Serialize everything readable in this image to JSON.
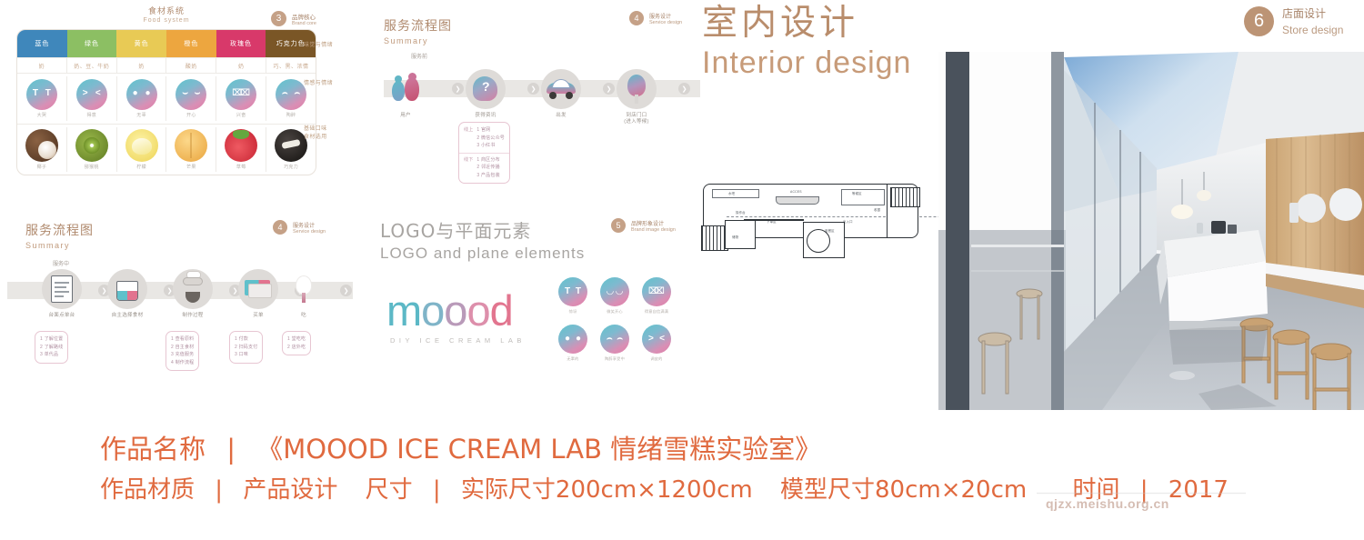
{
  "food_system": {
    "title_cn": "食材系统",
    "title_en": "Food system",
    "badge": {
      "number": "3",
      "cn": "品牌核心",
      "en": "Brand core"
    },
    "columns": [
      {
        "color_name": "蓝色",
        "color_hex": "#3f87bb",
        "ingredient": "奶",
        "face_caption": "大哭",
        "fruit_caption": "椰子",
        "fruit": "coconut"
      },
      {
        "color_name": "绿色",
        "color_hex": "#8cbf63",
        "ingredient": "奶、豆、牛奶",
        "face_caption": "得意",
        "fruit_caption": "猕猴桃",
        "fruit": "kiwi"
      },
      {
        "color_name": "黄色",
        "color_hex": "#e8ca55",
        "ingredient": "奶",
        "face_caption": "无辜",
        "fruit_caption": "柠檬",
        "fruit": "lemon"
      },
      {
        "color_name": "橙色",
        "color_hex": "#eda63f",
        "ingredient": "酸奶",
        "face_caption": "开心",
        "fruit_caption": "芒果",
        "fruit": "mango"
      },
      {
        "color_name": "玫瑰色",
        "color_hex": "#d8396a",
        "ingredient": "奶",
        "face_caption": "兴奋",
        "fruit_caption": "草莓",
        "fruit": "strawberry"
      },
      {
        "color_name": "巧克力色",
        "color_hex": "#7a5626",
        "ingredient": "巧、黑、浓情",
        "face_caption": "陶醉",
        "fruit_caption": "巧克力",
        "fruit": "oreo"
      }
    ],
    "side_labels": [
      "味觉与情绪",
      "情感与情绪",
      "基础口味\n食材选用"
    ]
  },
  "flow_top": {
    "title_cn": "服务流程图",
    "title_en": "Summary",
    "stage_label": "服务前",
    "badge": {
      "number": "4",
      "cn": "服务设计",
      "en": "Service design"
    },
    "steps": [
      {
        "label": "用户",
        "icon": "people-icon"
      },
      {
        "label": "获得资讯",
        "icon": "head-question-icon"
      },
      {
        "label": "出发",
        "icon": "car-icon"
      },
      {
        "label": "到店门口\n(进入等候)",
        "icon": "ice-cream-cone-icon"
      }
    ],
    "note": {
      "group1_tag": "线上",
      "group1": [
        "1 官网",
        "2 微信公众号",
        "3 小红书"
      ],
      "group2_tag": "线下",
      "group2": [
        "1 商区分布",
        "2 邻近传播",
        "3 产品包装"
      ]
    }
  },
  "flow_bottom": {
    "title_cn": "服务流程图",
    "title_en": "Summary",
    "stage_label": "服务中",
    "badge": {
      "number": "4",
      "cn": "服务设计",
      "en": "Service design"
    },
    "steps": [
      {
        "label": "台面点单台",
        "icon": "document-icon"
      },
      {
        "label": "自主选择食材",
        "icon": "cup-icon"
      },
      {
        "label": "制作过程",
        "icon": "mixer-icon"
      },
      {
        "label": "买单",
        "icon": "card-icon"
      },
      {
        "label": "吃",
        "icon": "ice-cream-bar-icon"
      }
    ],
    "notes": [
      [
        "1 了解位置",
        "2 了解路线",
        "3 单代品"
      ],
      [
        "1 查看原料",
        "2 自主食材",
        "3 充值服务",
        "4 制作流程"
      ],
      [
        "1 付款",
        "2 扫码支付",
        "3 口味"
      ],
      [
        "1 堂吃吃",
        "2 店外吃"
      ]
    ]
  },
  "logo_section": {
    "title_cn": "LOGO与平面元素",
    "title_en": "LOGO and plane elements",
    "badge": {
      "number": "5",
      "cn": "品牌形象设计",
      "en": "Brand image design"
    },
    "logo_text": "moood",
    "logo_tagline": "DIY ICE CREAM LAB",
    "faces": [
      {
        "caption": "惊讶",
        "eye_left": "T",
        "eye_right": "T"
      },
      {
        "caption": "微笑开心",
        "eye_left": "◠",
        "eye_right": "◠"
      },
      {
        "caption": "得意自信满满",
        "eye_left": "⌇",
        "eye_right": "⌇"
      },
      {
        "caption": "无辜的",
        "eye_left": "●",
        "eye_right": "●"
      },
      {
        "caption": "陶醉享受中",
        "eye_left": "⌒",
        "eye_right": "⌒"
      },
      {
        "caption": "调皮的",
        "eye_left": ">",
        "eye_right": "<"
      }
    ]
  },
  "interior": {
    "title_cn": "室内设计",
    "title_en": "Interior design",
    "badge": {
      "number": "6",
      "cn": "店面设计",
      "en": "Store design"
    }
  },
  "floorplan": {
    "labels": [
      "水吧",
      "ACCES",
      "下单区",
      "操作台",
      "等候区",
      "收银",
      "出入口",
      "冰柜",
      "储物",
      "用餐区"
    ]
  },
  "caption": {
    "line1": {
      "field": "作品名称",
      "sep": "|",
      "value": "《MOOOD ICE CREAM LAB 情绪雪糕实验室》"
    },
    "line2": {
      "field1": "作品材质",
      "sep1": "|",
      "value1": "产品设计",
      "field2": "尺寸",
      "sep2": "|",
      "value2": "实际尺寸200cm×1200cm",
      "value3": "模型尺寸80cm×20cm",
      "field3": "时间",
      "sep3": "|",
      "value4": "2017"
    },
    "color": "#e06a3f"
  },
  "watermark": {
    "text": "qjzx.meishu.org.cn"
  }
}
